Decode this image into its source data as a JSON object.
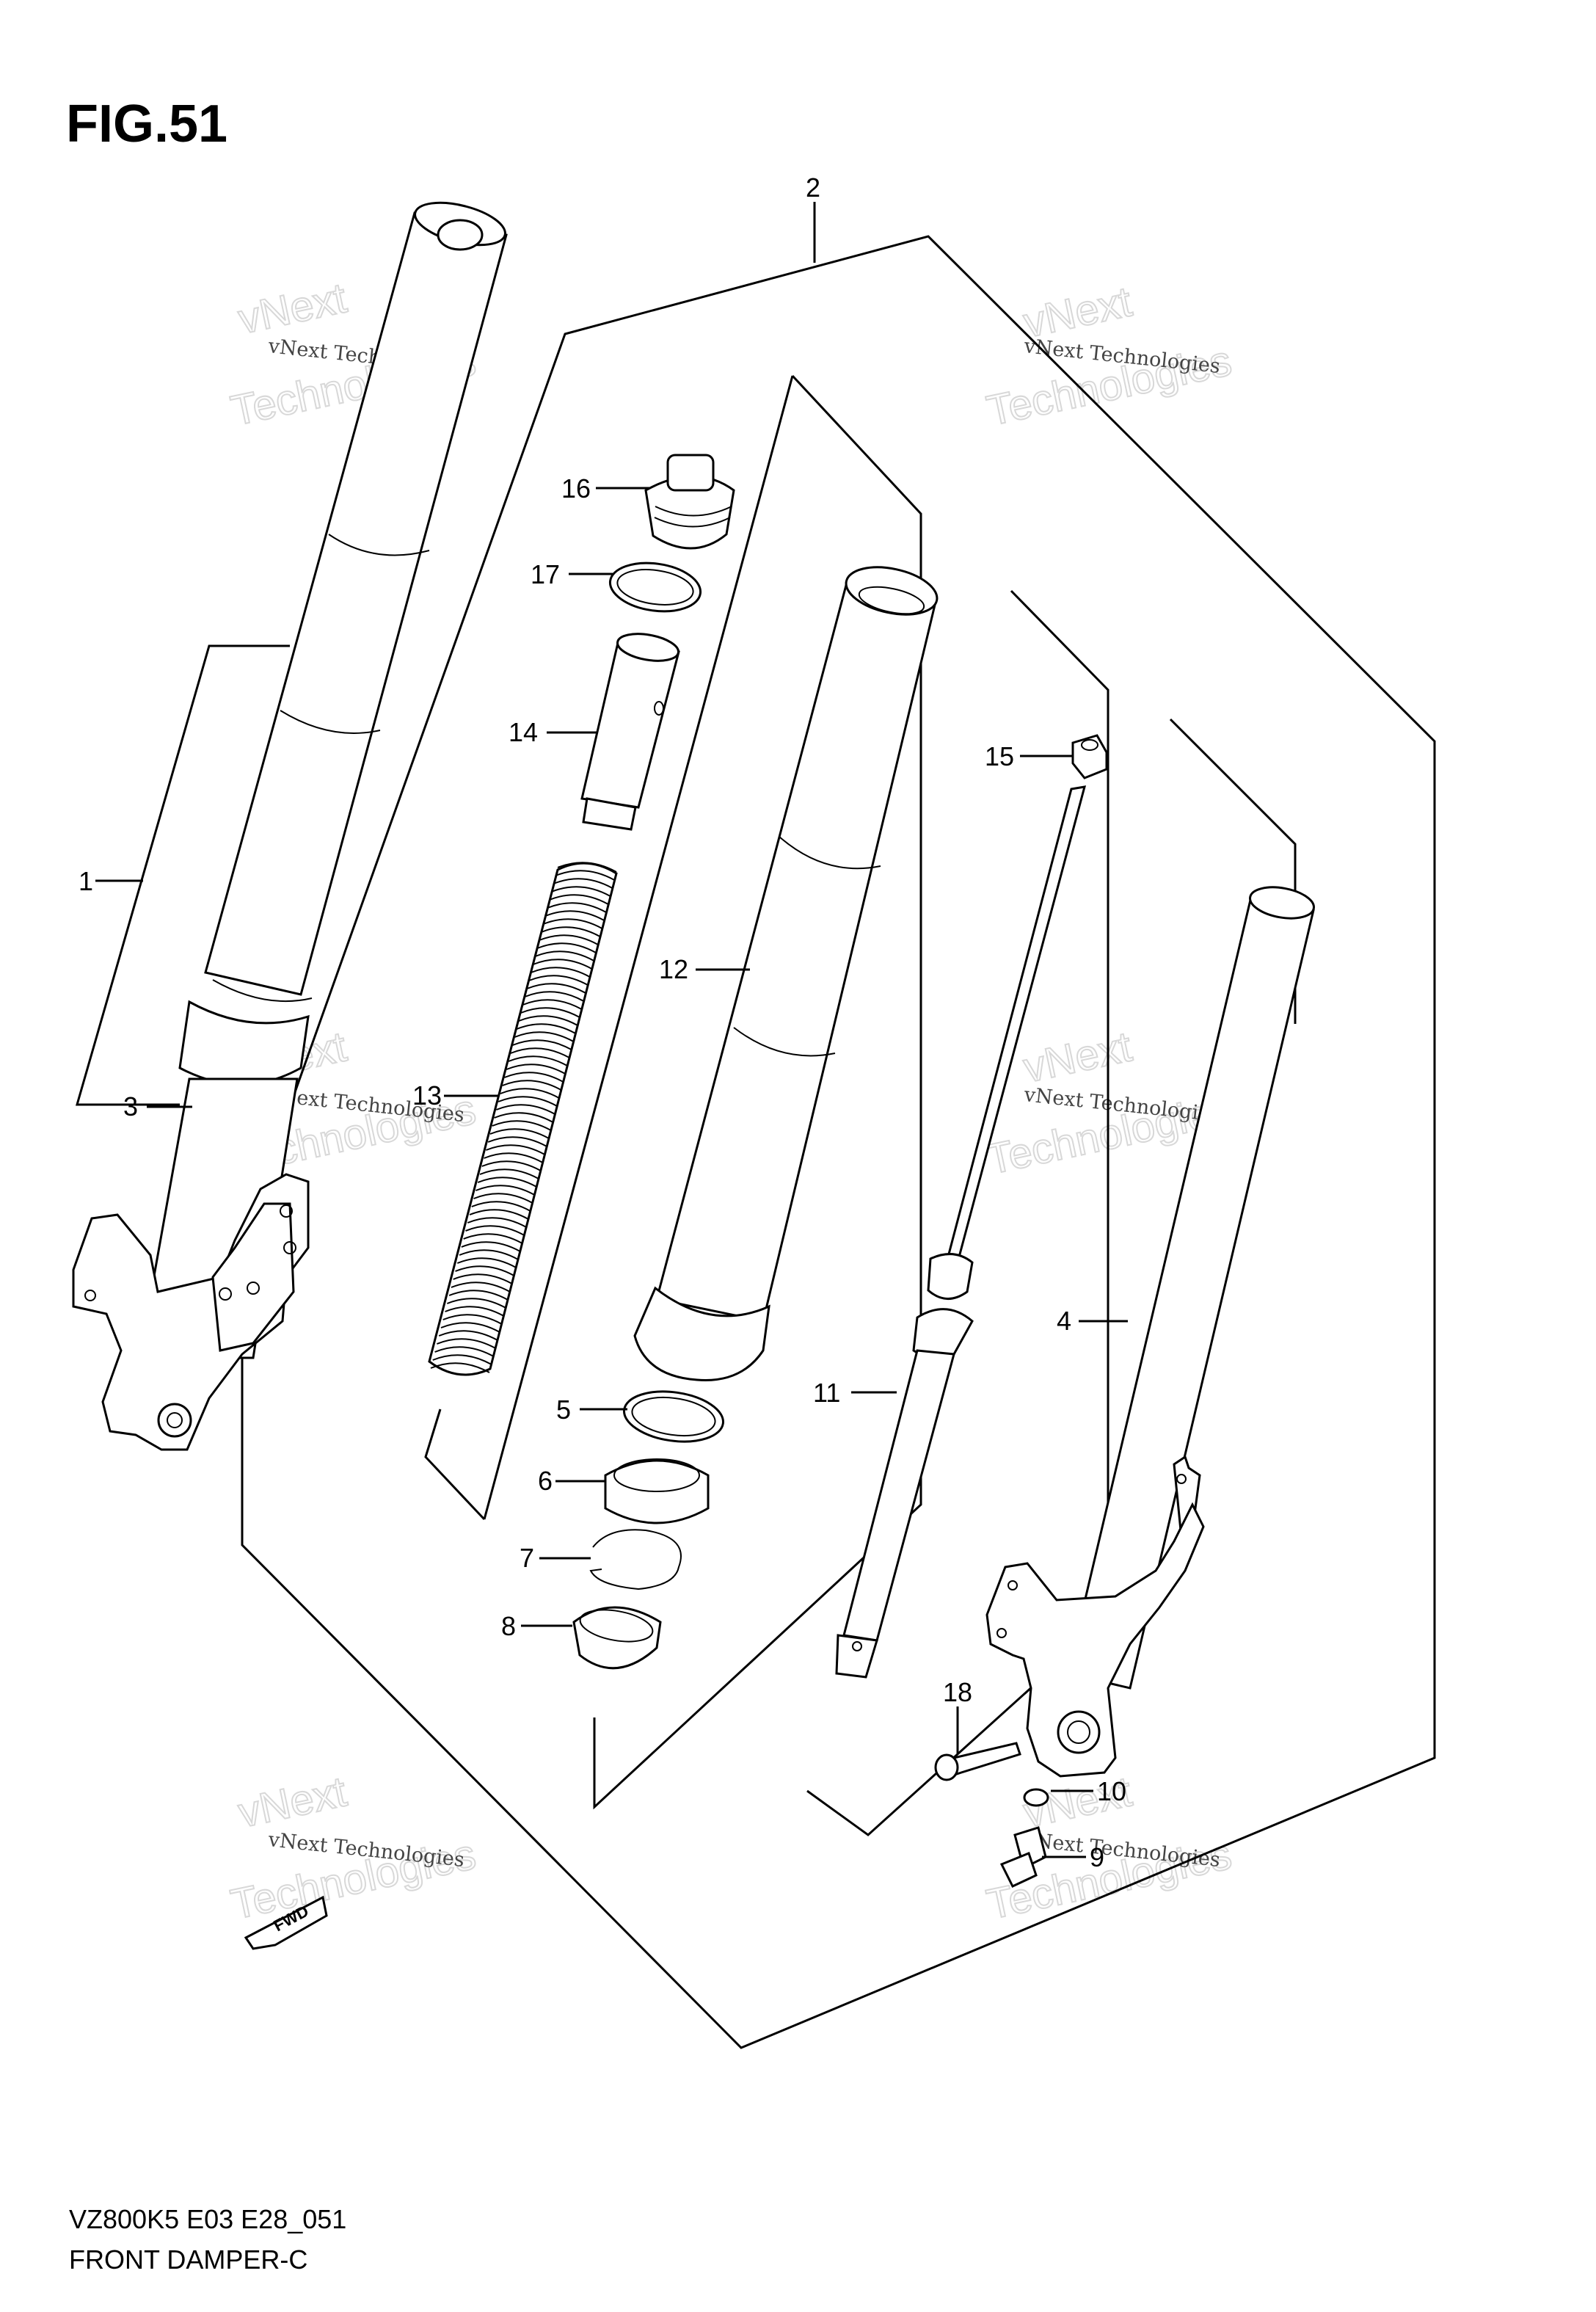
{
  "figure": {
    "title": "FIG.51"
  },
  "footer": {
    "code": "VZ800K5 E03 E28_051",
    "name": "FRONT DAMPER-C"
  },
  "watermark": {
    "line1": "vNext Technologies",
    "line2": "Technologies",
    "line3": "vNext"
  },
  "fwd_label": "FWD",
  "callouts": {
    "c1": "1",
    "c2": "2",
    "c3": "3",
    "c4": "4",
    "c5": "5",
    "c6": "6",
    "c7": "7",
    "c8": "8",
    "c9": "9",
    "c10": "10",
    "c11": "11",
    "c12": "12",
    "c13": "13",
    "c14": "14",
    "c15": "15",
    "c16": "16",
    "c17": "17",
    "c18": "18"
  }
}
